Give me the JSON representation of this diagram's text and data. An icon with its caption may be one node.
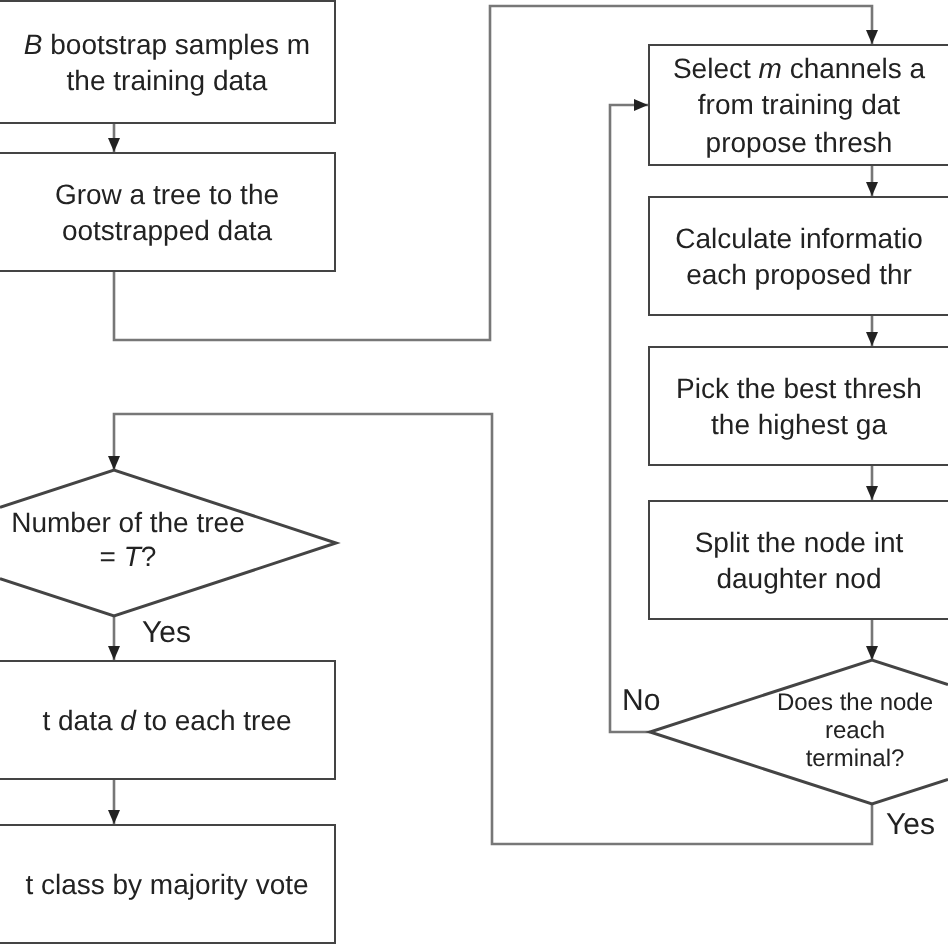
{
  "diagram": {
    "nodes": [
      {
        "text": [
          "*B* bootstrap samples m the training data"
        ]
      },
      {
        "text": [
          "Grow a tree to the ootstrapped data"
        ]
      },
      {
        "text": [
          "Select *m* channels a from training dat propose thresh"
        ]
      },
      {
        "text": [
          "Calculate informatio each proposed thr"
        ]
      },
      {
        "text": [
          "Pick the best thresh the highest ga"
        ]
      },
      {
        "text": [
          "Split the node int daughter nod"
        ]
      },
      {
        "text": [
          "Does the node reach terminal?"
        ]
      },
      {
        "text": [
          "Number of the tree = *T*?"
        ]
      },
      {
        "text": [
          "t data *d* to each tree"
        ]
      },
      {
        "text": [
          "t class by majority vote"
        ]
      }
    ],
    "edges": [
      {
        "from": 0,
        "to": 1,
        "arrow": "to"
      },
      {
        "from": 1,
        "to": 2,
        "arrow": "to"
      },
      {
        "from": 2,
        "to": 3,
        "arrow": "to"
      },
      {
        "from": 3,
        "to": 4,
        "arrow": "to"
      },
      {
        "from": 4,
        "to": 5,
        "arrow": "to"
      },
      {
        "from": 5,
        "to": 6,
        "arrow": "to"
      },
      {
        "from": 6,
        "to": 2,
        "arrow": "to",
        "label": "No"
      },
      {
        "from": 6,
        "to": 7,
        "arrow": "to",
        "label": "Yes"
      },
      {
        "from": 7,
        "to": 8,
        "arrow": "to",
        "label": "Yes"
      },
      {
        "from": 8,
        "to": 9,
        "arrow": "to"
      }
    ]
  }
}
